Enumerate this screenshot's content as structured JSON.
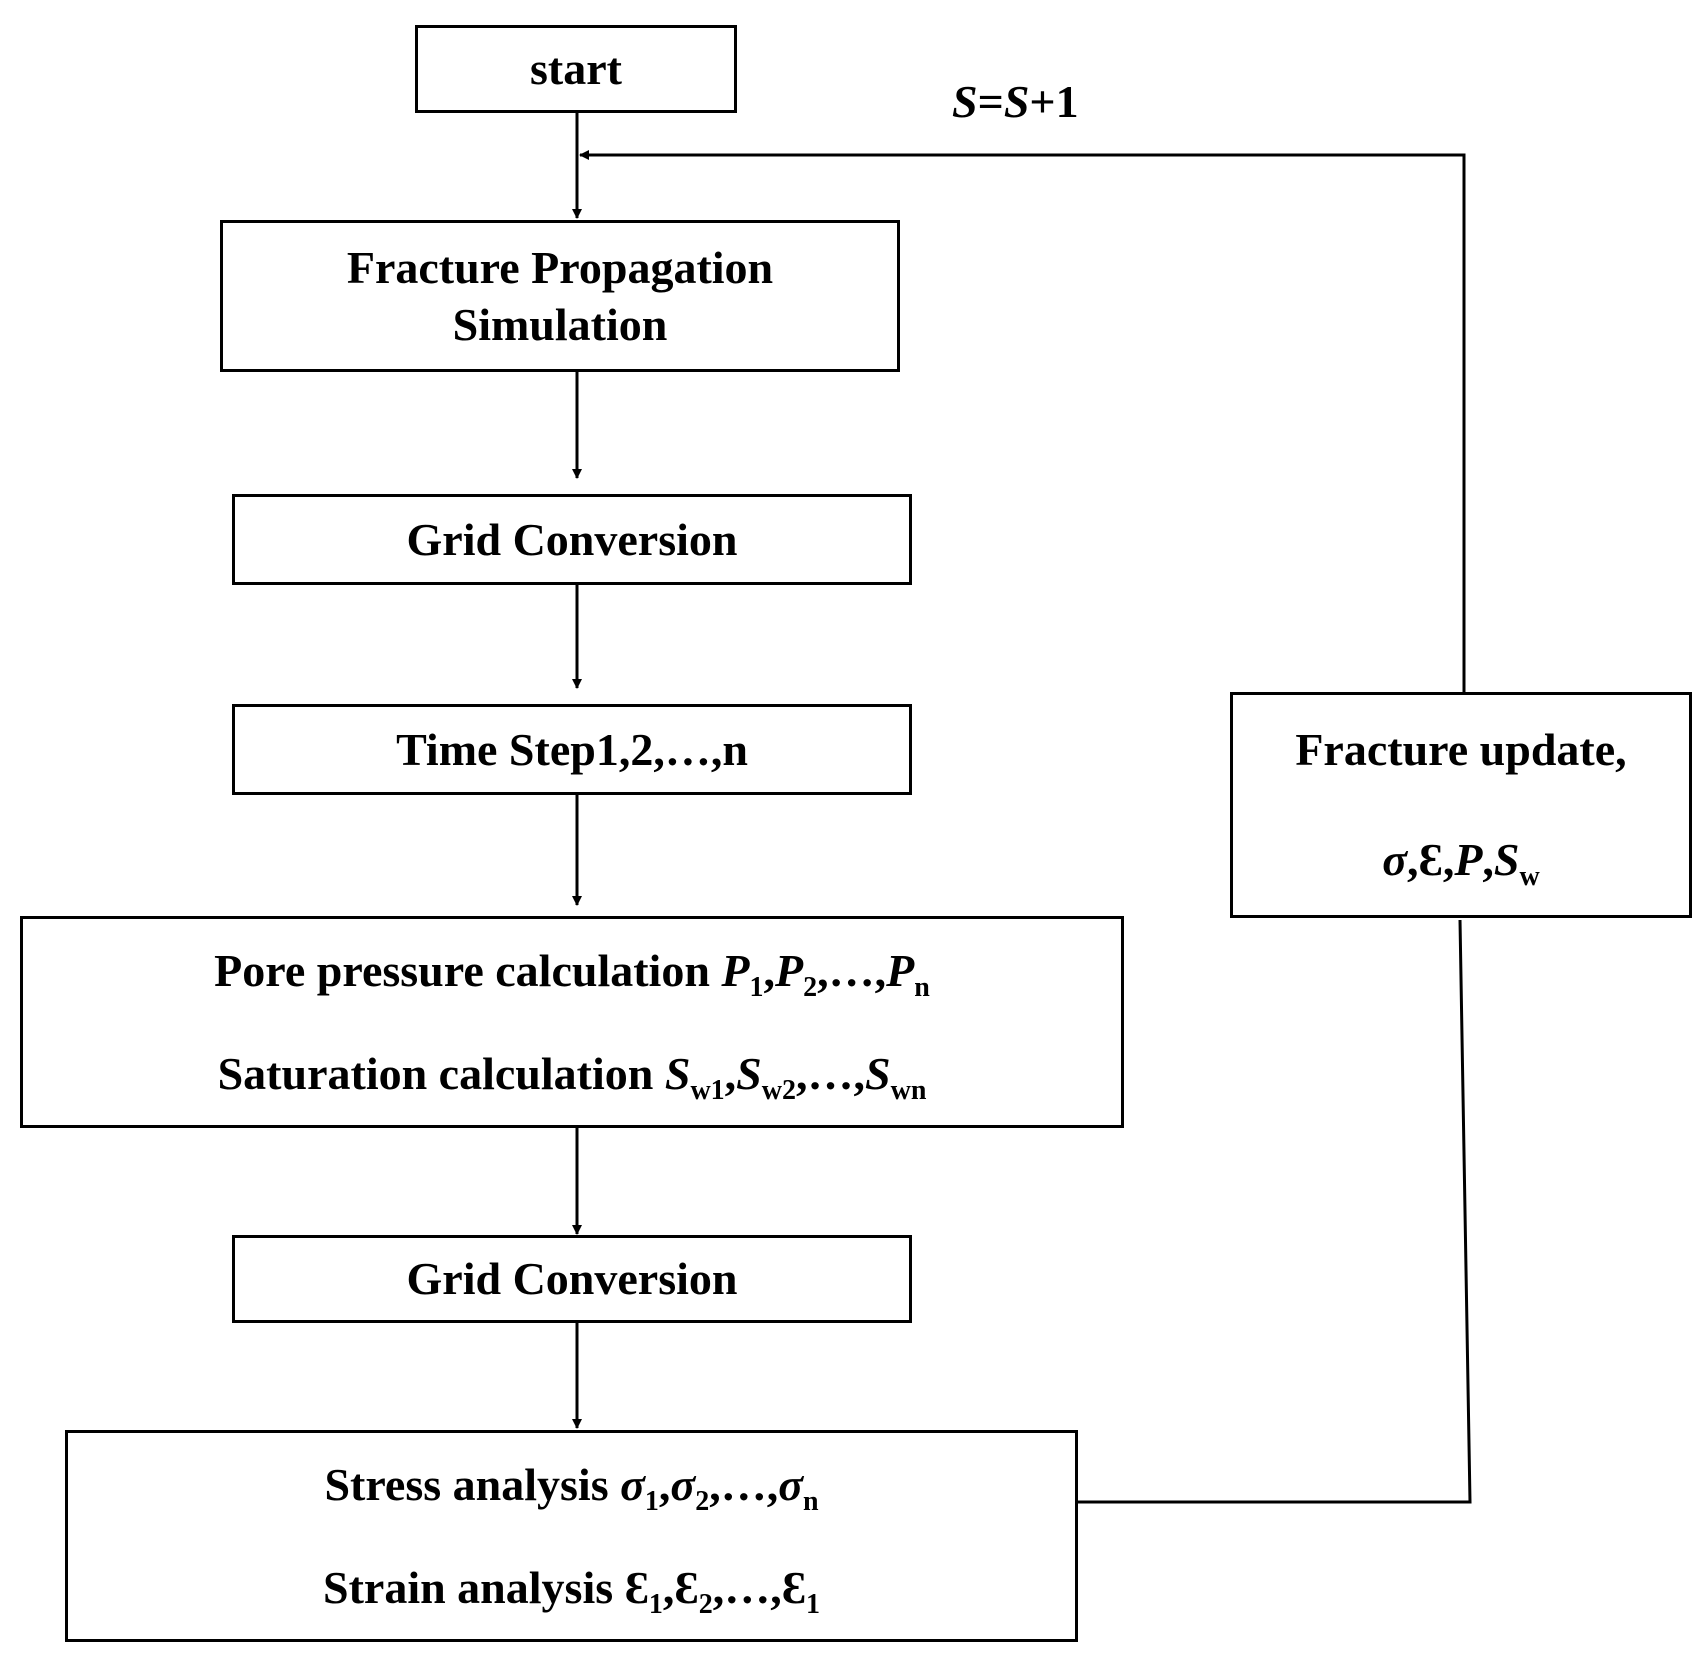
{
  "start": {
    "label": "start"
  },
  "fracture_propagation": {
    "line1": "Fracture Propagation",
    "line2": "Simulation"
  },
  "grid_conversion_1": {
    "label": "Grid Conversion"
  },
  "time_step": {
    "label": "Time Step1,2,…,n"
  },
  "pore_saturation": {
    "pore_text": "Pore pressure calculation ",
    "P": "P",
    "sub_1": "1",
    "sep": ",",
    "sub_2": "2",
    "ellipsis": ",…,",
    "sub_n": "n",
    "saturation_text": "Saturation calculation ",
    "S": "S",
    "sub_w1": "w1",
    "sub_w2": "w2",
    "sub_wn": "wn"
  },
  "grid_conversion_2": {
    "label": "Grid Conversion"
  },
  "stress_strain": {
    "stress_text": "Stress analysis ",
    "sigma": "σ",
    "sub_1": "1",
    "sep": ",",
    "sub_2": "2",
    "ellipsis": ",…,",
    "sub_n": "n",
    "strain_text": "Strain analysis ",
    "epsilon": "Ɛ",
    "strain_last_sub": "1"
  },
  "fracture_update": {
    "line1": "Fracture update,",
    "sigma": "σ",
    "comma": ",",
    "epsilon": "Ɛ",
    "P": "P",
    "S": "S",
    "sub_w": "w"
  },
  "loop_label": {
    "S1": "S",
    "eq": "=",
    "S2": "S",
    "plus_one": "+1"
  }
}
